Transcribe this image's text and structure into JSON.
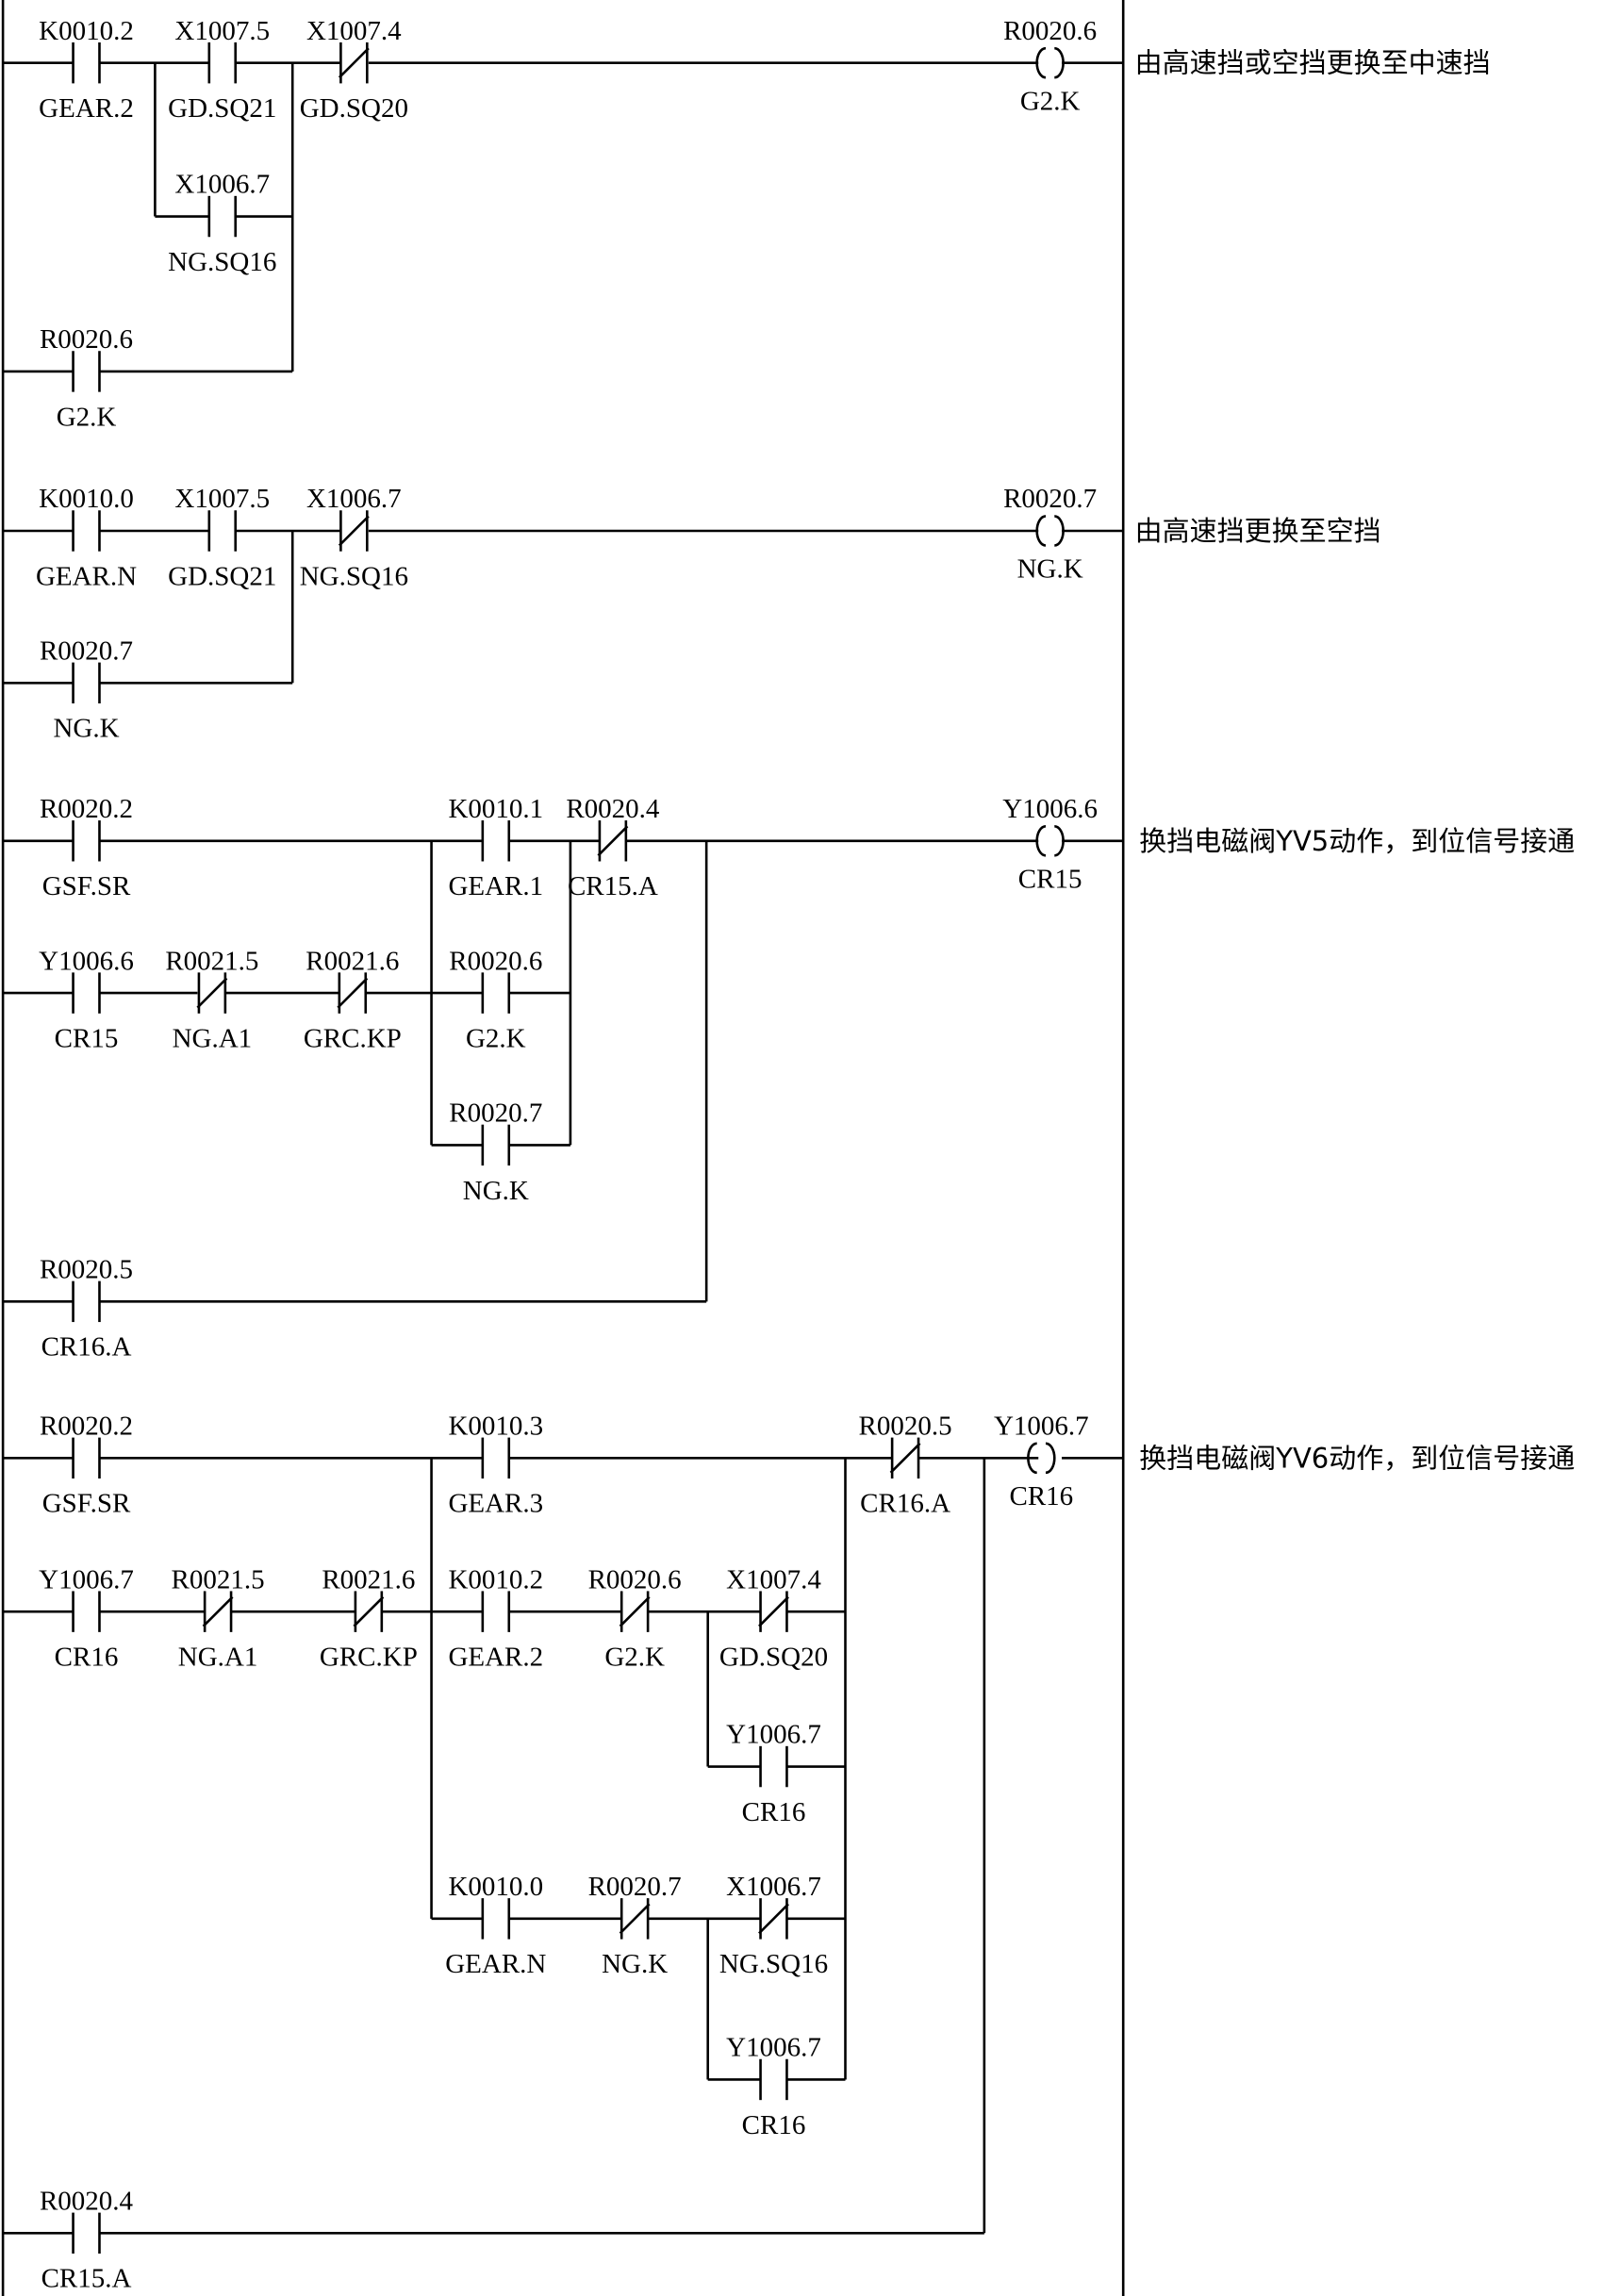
{
  "rungs": [
    {
      "comment": "由高速挡或空挡更换至中速挡",
      "elements": [
        {
          "kind": "contact",
          "addr": "K0010.2",
          "sym": "GEAR.2",
          "nc": false
        },
        {
          "kind": "contact",
          "addr": "X1007.5",
          "sym": "GD.SQ21",
          "nc": false
        },
        {
          "kind": "contact",
          "addr": "X1006.7",
          "sym": "NG.SQ16",
          "nc": false
        },
        {
          "kind": "contact",
          "addr": "R0020.6",
          "sym": "G2.K",
          "nc": false
        },
        {
          "kind": "contact",
          "addr": "X1007.4",
          "sym": "GD.SQ20",
          "nc": true
        },
        {
          "kind": "coil",
          "addr": "R0020.6",
          "sym": "G2.K"
        }
      ]
    },
    {
      "comment": "由高速挡更换至空挡",
      "elements": [
        {
          "kind": "contact",
          "addr": "K0010.0",
          "sym": "GEAR.N",
          "nc": false
        },
        {
          "kind": "contact",
          "addr": "X1007.5",
          "sym": "GD.SQ21",
          "nc": false
        },
        {
          "kind": "contact",
          "addr": "R0020.7",
          "sym": "NG.K",
          "nc": false
        },
        {
          "kind": "contact",
          "addr": "X1006.7",
          "sym": "NG.SQ16",
          "nc": true
        },
        {
          "kind": "coil",
          "addr": "R0020.7",
          "sym": "NG.K"
        }
      ]
    },
    {
      "comment": "换挡电磁阀YV5动作，到位信号接通",
      "elements": [
        {
          "kind": "contact",
          "addr": "R0020.2",
          "sym": "GSF.SR",
          "nc": false
        },
        {
          "kind": "contact",
          "addr": "Y1006.6",
          "sym": "CR15",
          "nc": false
        },
        {
          "kind": "contact",
          "addr": "R0021.5",
          "sym": "NG.A1",
          "nc": true
        },
        {
          "kind": "contact",
          "addr": "R0021.6",
          "sym": "GRC.KP",
          "nc": true
        },
        {
          "kind": "contact",
          "addr": "K0010.1",
          "sym": "GEAR.1",
          "nc": false
        },
        {
          "kind": "contact",
          "addr": "R0020.6",
          "sym": "G2.K",
          "nc": false
        },
        {
          "kind": "contact",
          "addr": "R0020.7",
          "sym": "NG.K",
          "nc": false
        },
        {
          "kind": "contact",
          "addr": "R0020.4",
          "sym": "CR15.A",
          "nc": true
        },
        {
          "kind": "contact",
          "addr": "R0020.5",
          "sym": "CR16.A",
          "nc": false
        },
        {
          "kind": "coil",
          "addr": "Y1006.6",
          "sym": "CR15"
        }
      ]
    },
    {
      "comment": "换挡电磁阀YV6动作，到位信号接通",
      "elements": [
        {
          "kind": "contact",
          "addr": "R0020.2",
          "sym": "GSF.SR",
          "nc": false
        },
        {
          "kind": "contact",
          "addr": "Y1006.7",
          "sym": "CR16",
          "nc": false
        },
        {
          "kind": "contact",
          "addr": "R0021.5",
          "sym": "NG.A1",
          "nc": true
        },
        {
          "kind": "contact",
          "addr": "R0021.6",
          "sym": "GRC.KP",
          "nc": true
        },
        {
          "kind": "contact",
          "addr": "K0010.3",
          "sym": "GEAR.3",
          "nc": false
        },
        {
          "kind": "contact",
          "addr": "K0010.2",
          "sym": "GEAR.2",
          "nc": false
        },
        {
          "kind": "contact",
          "addr": "R0020.6",
          "sym": "G2.K",
          "nc": true
        },
        {
          "kind": "contact",
          "addr": "X1007.4",
          "sym": "GD.SQ20",
          "nc": true
        },
        {
          "kind": "contact",
          "addr": "Y1006.7",
          "sym": "CR16",
          "nc": false
        },
        {
          "kind": "contact",
          "addr": "K0010.0",
          "sym": "GEAR.N",
          "nc": false
        },
        {
          "kind": "contact",
          "addr": "R0020.7",
          "sym": "NG.K",
          "nc": true
        },
        {
          "kind": "contact",
          "addr": "X1006.7",
          "sym": "NG.SQ16",
          "nc": true
        },
        {
          "kind": "contact",
          "addr": "Y1006.7",
          "sym": "CR16",
          "nc": false
        },
        {
          "kind": "contact",
          "addr": "R0020.5",
          "sym": "CR16.A",
          "nc": true
        },
        {
          "kind": "contact",
          "addr": "R0020.4",
          "sym": "CR15.A",
          "nc": false
        },
        {
          "kind": "coil",
          "addr": "Y1006.7",
          "sym": "CR16"
        }
      ]
    }
  ]
}
